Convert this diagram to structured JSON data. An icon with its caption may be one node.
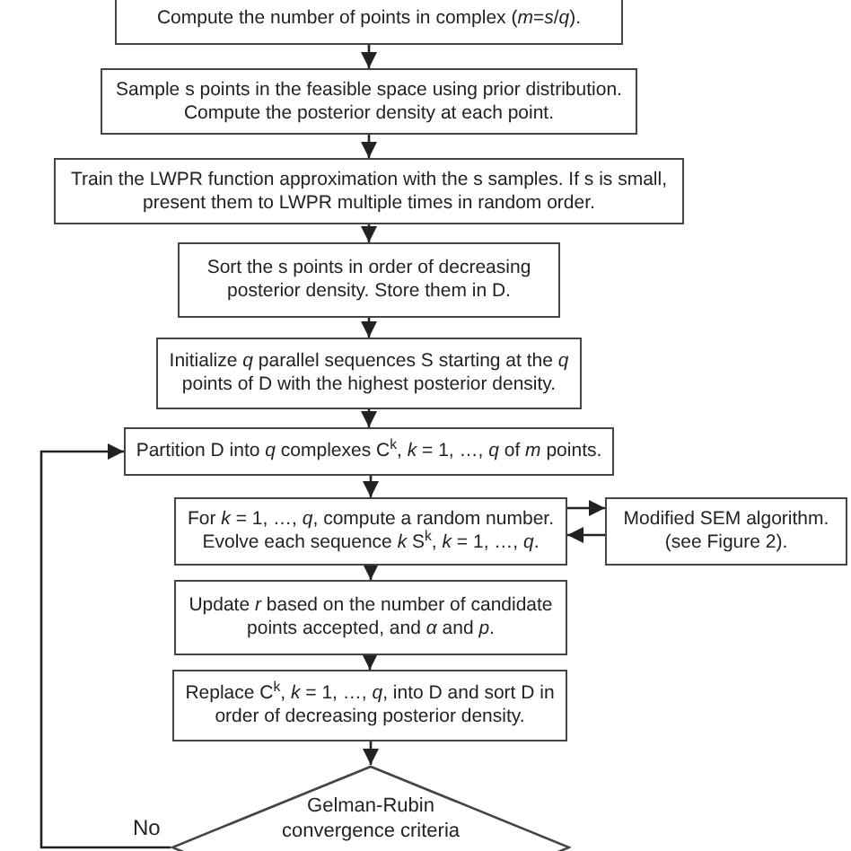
{
  "diagram": {
    "nodes": [
      {
        "text": [
          "Compute the number of points in complex (*m*=*s*/*q*)."
        ]
      },
      {
        "text": [
          "Sample s points in the feasible space using prior distribution. Compute the posterior density at each point."
        ]
      },
      {
        "text": [
          "Train the LWPR function approximation with the s samples. If s is small, present them to LWPR multiple times in random order."
        ]
      },
      {
        "text": [
          "Sort the s points in order of decreasing posterior density. Store them in D."
        ]
      },
      {
        "text": [
          "Initialize *q* parallel sequences S starting at the *q* points of D with the highest posterior density."
        ]
      },
      {
        "text": [
          "Partition D into *q* complexes C$^{k}$, *k* = 1, …, *q* of *m* points."
        ]
      },
      {
        "text": [
          "For *k* = 1, …, *q*, compute a random number. Evolve each sequence *k* S$^{k}$, *k* = 1, …, *q*."
        ]
      },
      {
        "text": [
          "Modified SEM algorithm. (see Figure 2)."
        ]
      },
      {
        "text": [
          "Update *r* based on the number of candidate points accepted, and *α* and *p*."
        ]
      },
      {
        "text": [
          "Replace C$^{k}$, *k* = 1, …, *q*, into D and sort D in order of decreasing posterior density."
        ]
      },
      {
        "text": [
          "Gelman-Rubin convergence criteria"
        ]
      }
    ],
    "edges": [
      {
        "from": 0,
        "to": 1,
        "arrow": "to"
      },
      {
        "from": 1,
        "to": 2,
        "arrow": "to"
      },
      {
        "from": 2,
        "to": 3,
        "arrow": "to"
      },
      {
        "from": 3,
        "to": 4,
        "arrow": "to"
      },
      {
        "from": 4,
        "to": 5,
        "arrow": "to"
      },
      {
        "from": 5,
        "to": 6,
        "arrow": "to"
      },
      {
        "from": 6,
        "to": 7,
        "arrow": "to"
      },
      {
        "from": 7,
        "to": 6,
        "arrow": "to"
      },
      {
        "from": 6,
        "to": 8,
        "arrow": "to"
      },
      {
        "from": 8,
        "to": 9,
        "arrow": "to"
      },
      {
        "from": 9,
        "to": 10,
        "arrow": "to"
      },
      {
        "from": 10,
        "to": 5,
        "arrow": "to",
        "label": "No"
      }
    ]
  }
}
